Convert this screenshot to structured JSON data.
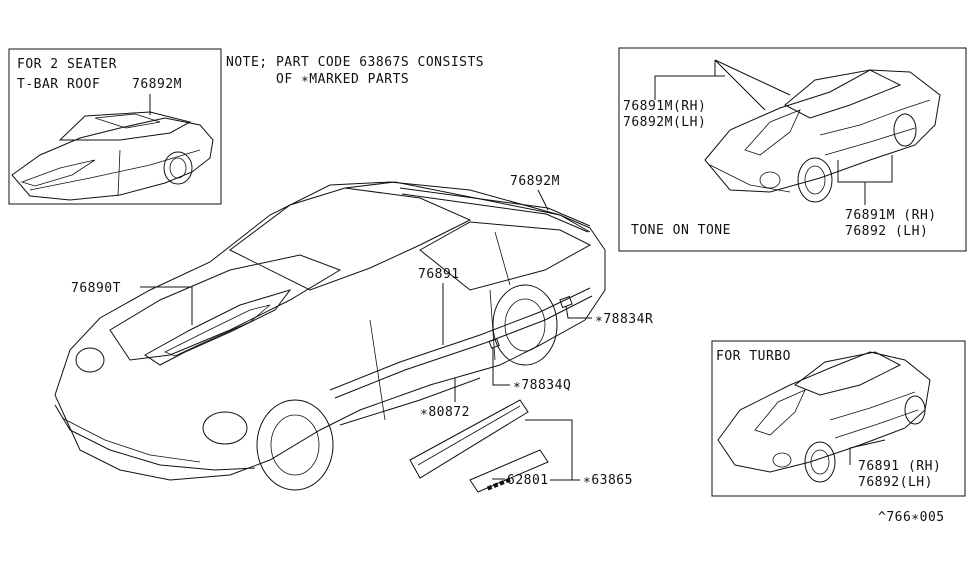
{
  "note": {
    "line1": "NOTE; PART CODE 63867S CONSISTS",
    "line2": "OF ∗MARKED PARTS"
  },
  "inset_t_bar": {
    "title1": "FOR 2 SEATER",
    "title2": "T-BAR ROOF",
    "part": "76892M"
  },
  "inset_tone": {
    "part_a1": "76891M(RH)",
    "part_a2": "76892M(LH)",
    "caption": "TONE ON TONE",
    "part_b1": "76891M (RH)",
    "part_b2": "76892  (LH)"
  },
  "inset_turbo": {
    "title": "FOR TURBO",
    "part1": "76891 (RH)",
    "part2": "76892(LH)"
  },
  "main_labels": {
    "roof_stripe": "76892M",
    "hood": "76890T",
    "side": "76891",
    "emblem_rear": "∗78834R",
    "emblem_front": "∗78834Q",
    "mud_guard": "∗80872",
    "badge": "62801",
    "kit": "∗63865"
  },
  "diagram_code": "^766∗005"
}
